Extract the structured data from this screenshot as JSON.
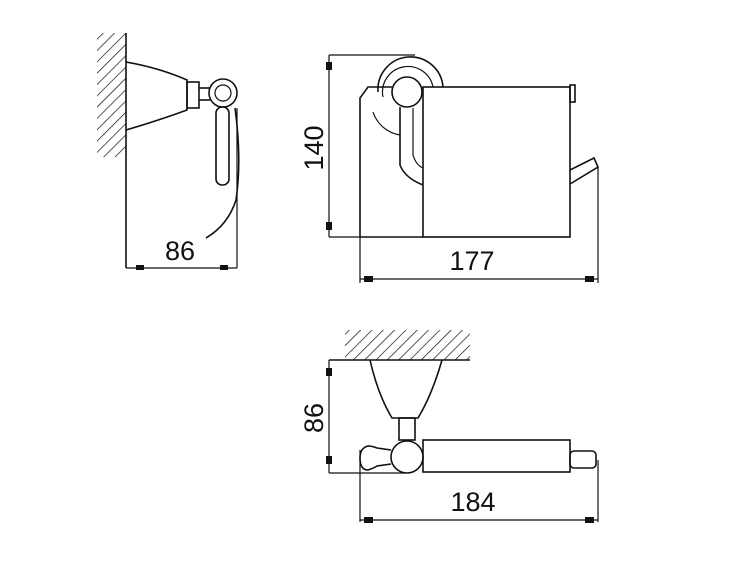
{
  "dimensions": {
    "side_depth": "86",
    "front_height": "140",
    "front_width": "177",
    "top_depth": "86",
    "top_width": "184"
  },
  "colors": {
    "line": "#111111",
    "background": "#ffffff"
  }
}
